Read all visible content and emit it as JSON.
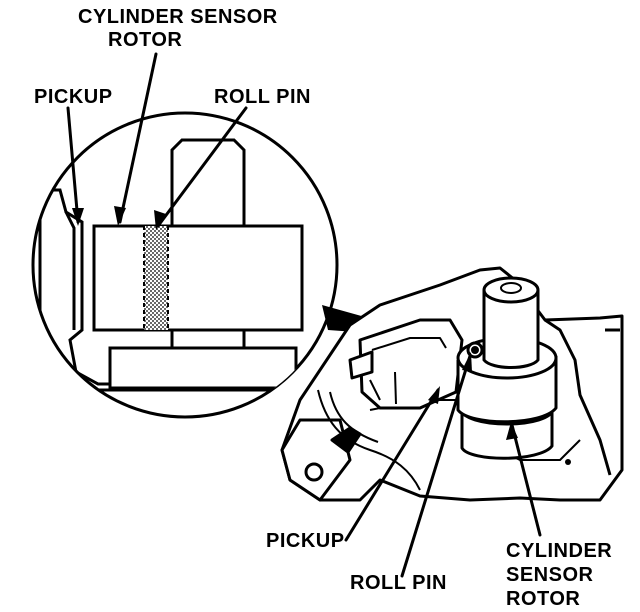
{
  "labels": {
    "inset_rotor_line1": "CYLINDER SENSOR",
    "inset_rotor_line2": "ROTOR",
    "inset_pickup": "PICKUP",
    "inset_roll_pin": "ROLL PIN",
    "main_pickup": "PICKUP",
    "main_roll_pin": "ROLL PIN",
    "main_rotor_line1": "CYLINDER",
    "main_rotor_line2": "SENSOR",
    "main_rotor_line3": "ROTOR"
  }
}
